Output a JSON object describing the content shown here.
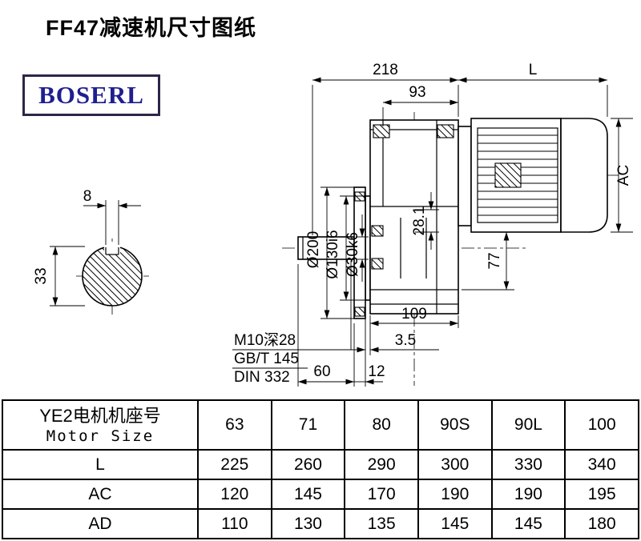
{
  "page": {
    "title": "FF47减速机尺寸图纸"
  },
  "logo": {
    "text": "BOSERL"
  },
  "drawing": {
    "dims": {
      "overall_218": "218",
      "motor_L": "L",
      "top_93": "93",
      "motor_AC": "AC",
      "key_width_8": "8",
      "shaft_view_33": "33",
      "flange_dia": "Ø200",
      "pilot_dia": "Ø130i6",
      "shaft_dia": "Ø30k6",
      "dim_28_1": "28.1",
      "dim_77": "77",
      "dim_109": "109",
      "dim_3_5": "3.5",
      "dim_60": "60",
      "dim_12": "12",
      "tap_note": "M10深28",
      "std_gb": "GB/T 145",
      "std_din": "DIN 332"
    }
  },
  "table": {
    "header_cn": "YE2电机机座号",
    "header_en": "Motor Size",
    "motor_sizes": [
      "63",
      "71",
      "80",
      "90S",
      "90L",
      "100"
    ],
    "rows": [
      {
        "label": "L",
        "values": [
          "225",
          "260",
          "290",
          "300",
          "330",
          "340"
        ]
      },
      {
        "label": "AC",
        "values": [
          "120",
          "145",
          "170",
          "190",
          "190",
          "195"
        ]
      },
      {
        "label": "AD",
        "values": [
          "110",
          "130",
          "135",
          "145",
          "145",
          "180"
        ]
      }
    ]
  }
}
